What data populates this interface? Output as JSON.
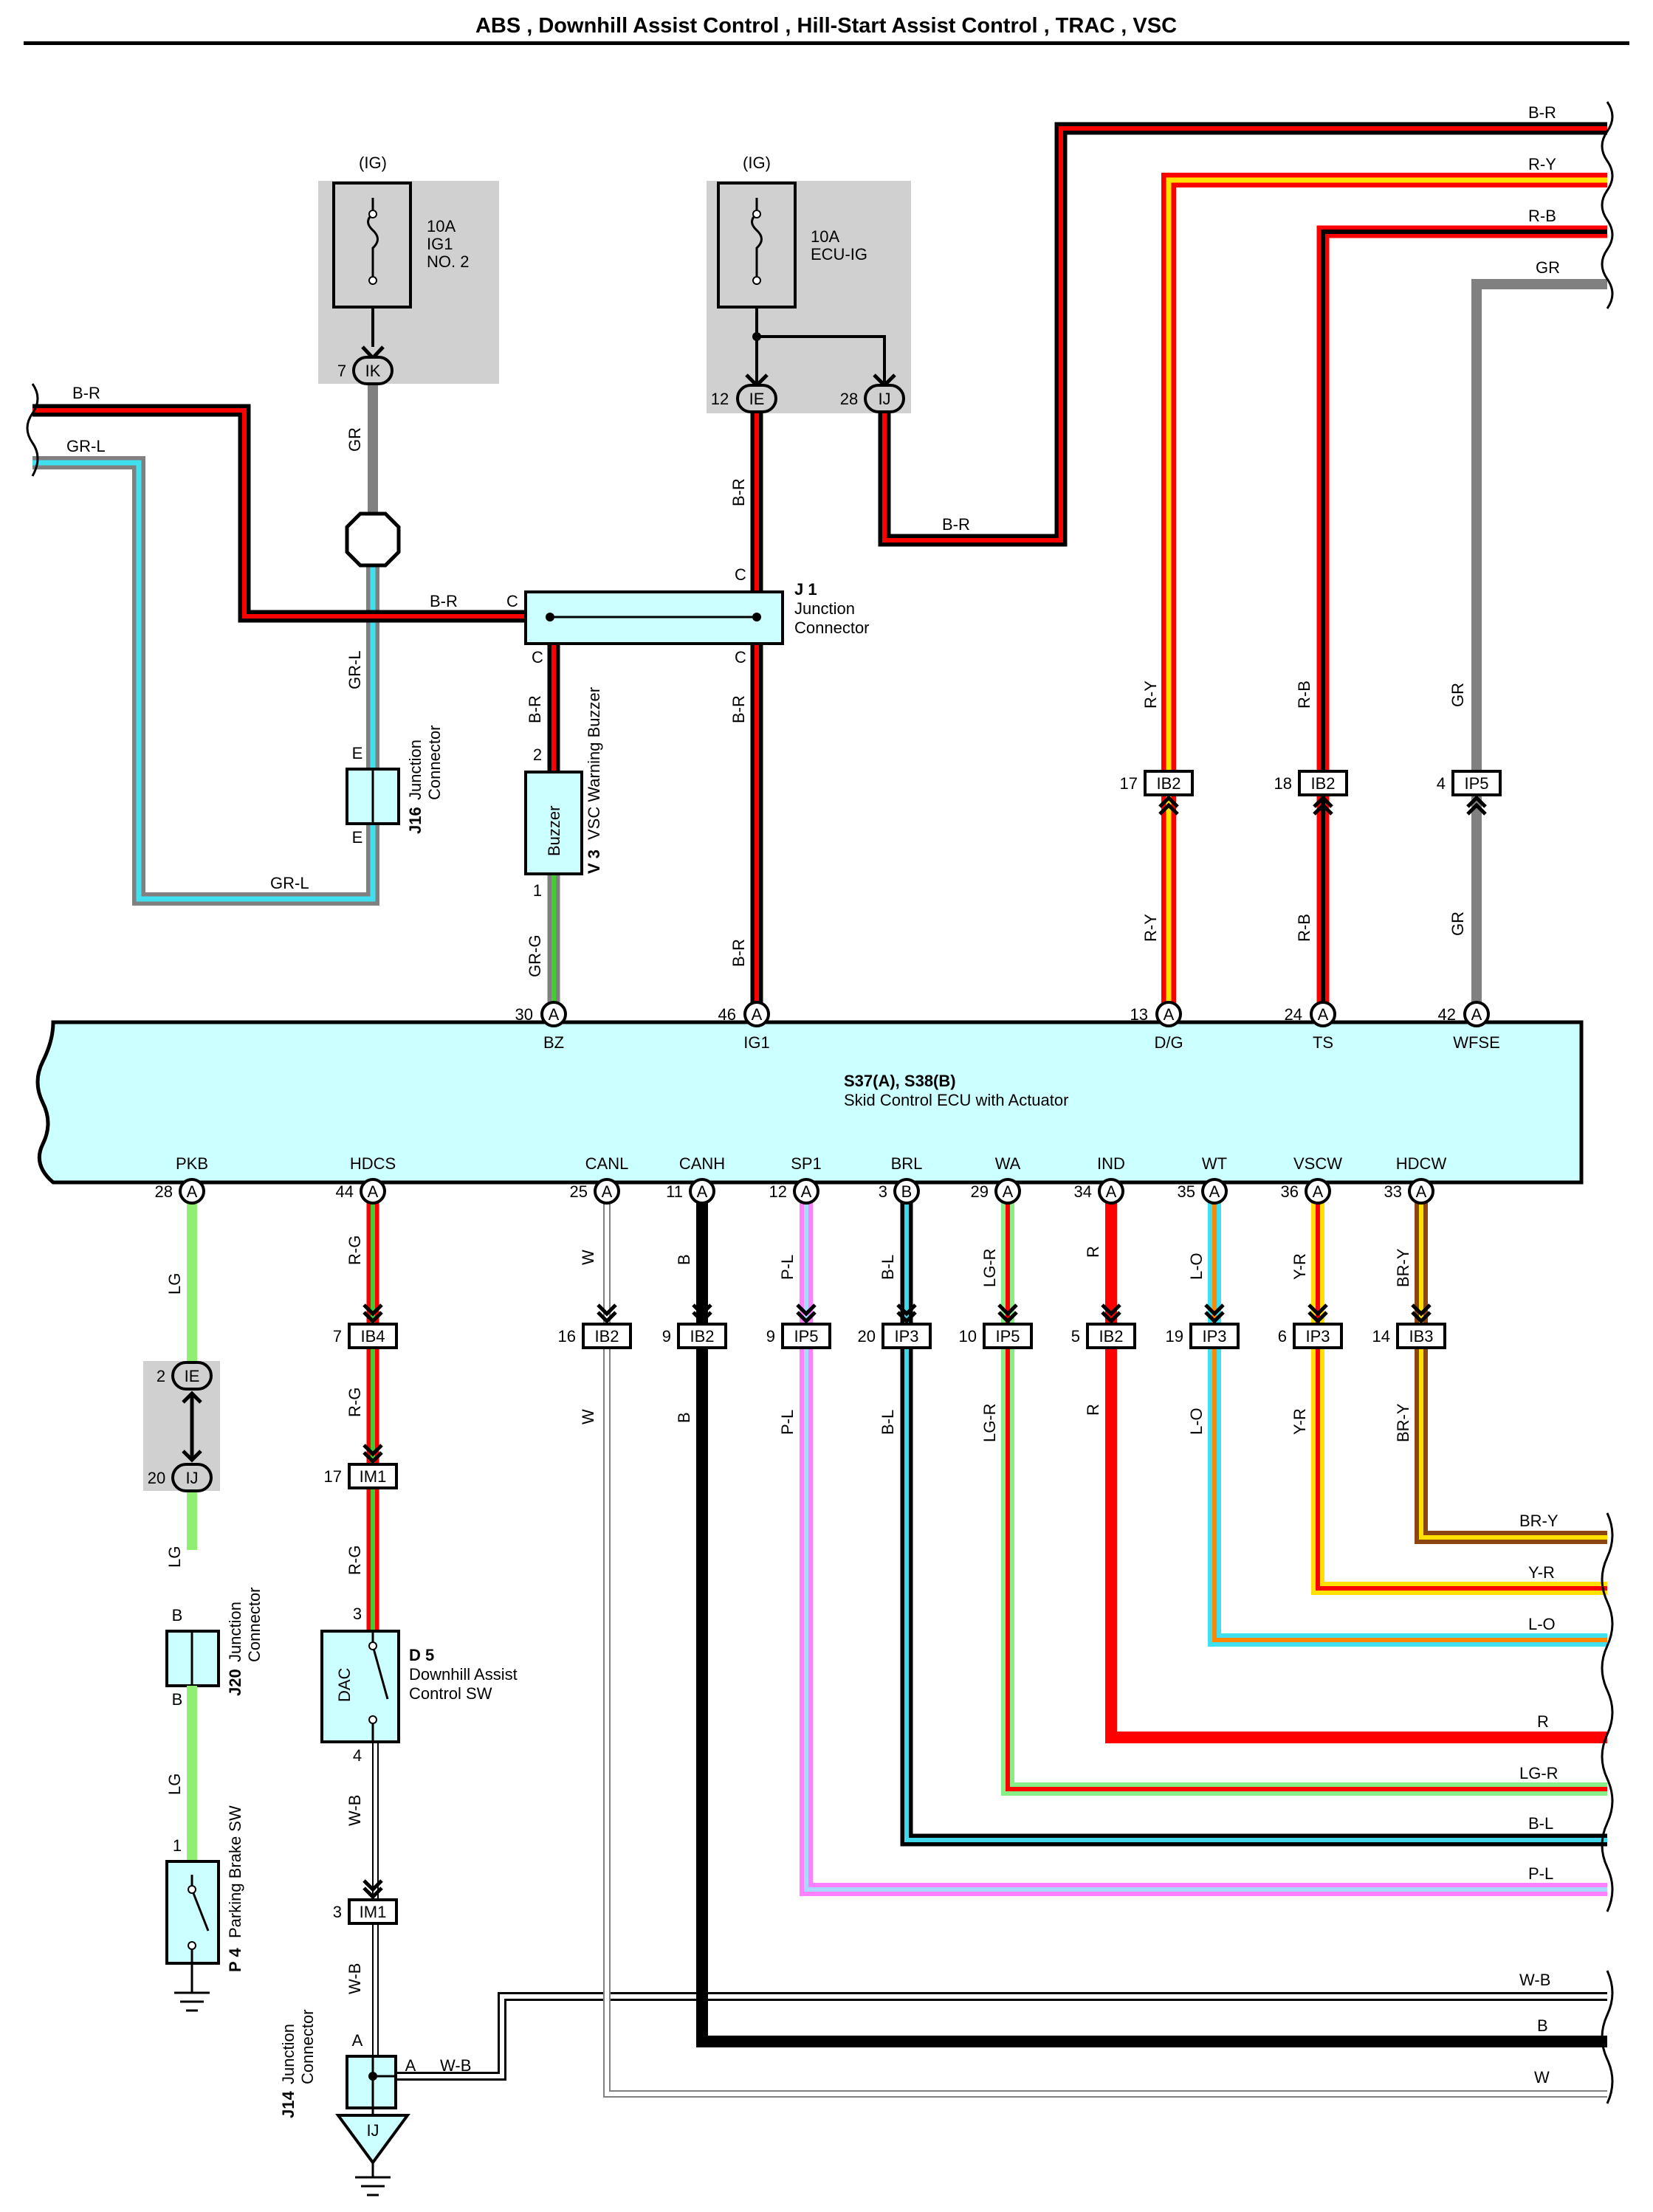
{
  "title": "ABS , Downhill Assist Control , Hill-Start Assist Control , TRAC , VSC",
  "fuses": [
    {
      "source": "(IG)",
      "amp": "10A",
      "name1": "IG1",
      "name2": "NO. 2"
    },
    {
      "source": "(IG)",
      "amp": "10A",
      "name1": "ECU-IG",
      "name2": ""
    }
  ],
  "connectors": {
    "IK": {
      "id": "IK",
      "pin": "7"
    },
    "IE_top": {
      "id": "IE",
      "pin": "12"
    },
    "IJ_top": {
      "id": "IJ",
      "pin": "28"
    },
    "IE_left": {
      "id": "IE",
      "pin": "2"
    },
    "IJ_left": {
      "id": "IJ",
      "pin": "20"
    },
    "IJ_ground": {
      "id": "IJ"
    }
  },
  "junctions": {
    "J1": {
      "code": "J 1",
      "line1": "Junction",
      "line2": "Connector",
      "pin": "C"
    },
    "J16": {
      "code": "J16",
      "line1": "Junction",
      "line2": "Connector",
      "pin": "E"
    },
    "J20": {
      "code": "J20",
      "line1": "Junction",
      "line2": "Connector",
      "pin": "B"
    },
    "J14": {
      "code": "J14",
      "line1": "Junction",
      "line2": "Connector",
      "pin": "A"
    }
  },
  "components": {
    "buzzer": {
      "code": "V 3",
      "name": "VSC Warning Buzzer",
      "inner": "Buzzer",
      "pin_top": "2",
      "pin_bottom": "1"
    },
    "dac": {
      "code": "D 5",
      "line1": "Downhill Assist",
      "line2": "Control SW",
      "inner": "DAC",
      "pin_top": "3",
      "pin_bottom": "4"
    },
    "pkb_sw": {
      "code": "P 4",
      "name": "Parking Brake SW",
      "pin": "1"
    }
  },
  "ecu": {
    "title": "S37(A), S38(B)",
    "subtitle": "Skid Control ECU with Actuator",
    "top_pins": [
      {
        "pin": "30",
        "conn": "A",
        "signal": "BZ"
      },
      {
        "pin": "46",
        "conn": "A",
        "signal": "IG1"
      },
      {
        "pin": "13",
        "conn": "A",
        "signal": "D/G"
      },
      {
        "pin": "24",
        "conn": "A",
        "signal": "TS"
      },
      {
        "pin": "42",
        "conn": "A",
        "signal": "WFSE"
      }
    ],
    "bottom_pins": [
      {
        "pin": "28",
        "conn": "A",
        "signal": "PKB"
      },
      {
        "pin": "44",
        "conn": "A",
        "signal": "HDCS"
      },
      {
        "pin": "25",
        "conn": "A",
        "signal": "CANL"
      },
      {
        "pin": "11",
        "conn": "A",
        "signal": "CANH"
      },
      {
        "pin": "12",
        "conn": "A",
        "signal": "SP1"
      },
      {
        "pin": "3",
        "conn": "B",
        "signal": "BRL"
      },
      {
        "pin": "29",
        "conn": "A",
        "signal": "WA"
      },
      {
        "pin": "34",
        "conn": "A",
        "signal": "IND"
      },
      {
        "pin": "35",
        "conn": "A",
        "signal": "WT"
      },
      {
        "pin": "36",
        "conn": "A",
        "signal": "VSCW"
      },
      {
        "pin": "33",
        "conn": "A",
        "signal": "HDCW"
      }
    ]
  },
  "inline_top": [
    {
      "pin": "17",
      "id": "IB2"
    },
    {
      "pin": "18",
      "id": "IB2"
    },
    {
      "pin": "4",
      "id": "IP5"
    }
  ],
  "inline_bottom": [
    {
      "pin": "16",
      "id": "IB2"
    },
    {
      "pin": "9",
      "id": "IB2"
    },
    {
      "pin": "9",
      "id": "IP5"
    },
    {
      "pin": "20",
      "id": "IP3"
    },
    {
      "pin": "10",
      "id": "IP5"
    },
    {
      "pin": "5",
      "id": "IB2"
    },
    {
      "pin": "19",
      "id": "IP3"
    },
    {
      "pin": "6",
      "id": "IP3"
    },
    {
      "pin": "14",
      "id": "IB3"
    }
  ],
  "inline_left": [
    {
      "pin": "7",
      "id": "IB4"
    },
    {
      "pin": "17",
      "id": "IM1"
    },
    {
      "pin": "3",
      "id": "IM1"
    }
  ],
  "wires": {
    "br": "B-R",
    "gr": "GR",
    "grl": "GR-L",
    "ry": "R-Y",
    "rb": "R-B",
    "grg": "GR-G",
    "lg": "LG",
    "rg": "R-G",
    "wb": "W-B",
    "w": "W",
    "b": "B",
    "pl": "P-L",
    "bl": "B-L",
    "lgr": "LG-R",
    "r": "R",
    "lo": "L-O",
    "yr": "Y-R",
    "bry": "BR-Y"
  },
  "colors": {
    "black": "#000000",
    "red": "#ff0000",
    "yellow": "#ffe000",
    "gray": "#808080",
    "cyan": "#40e0f0",
    "green": "#90ee70",
    "light_green": "#88ee88",
    "pink": "#ff80ff",
    "orange": "#ff8800",
    "brown": "#8b4513",
    "ecu_fill": "#ccffff",
    "fuse_box": "#d0d0d0"
  }
}
